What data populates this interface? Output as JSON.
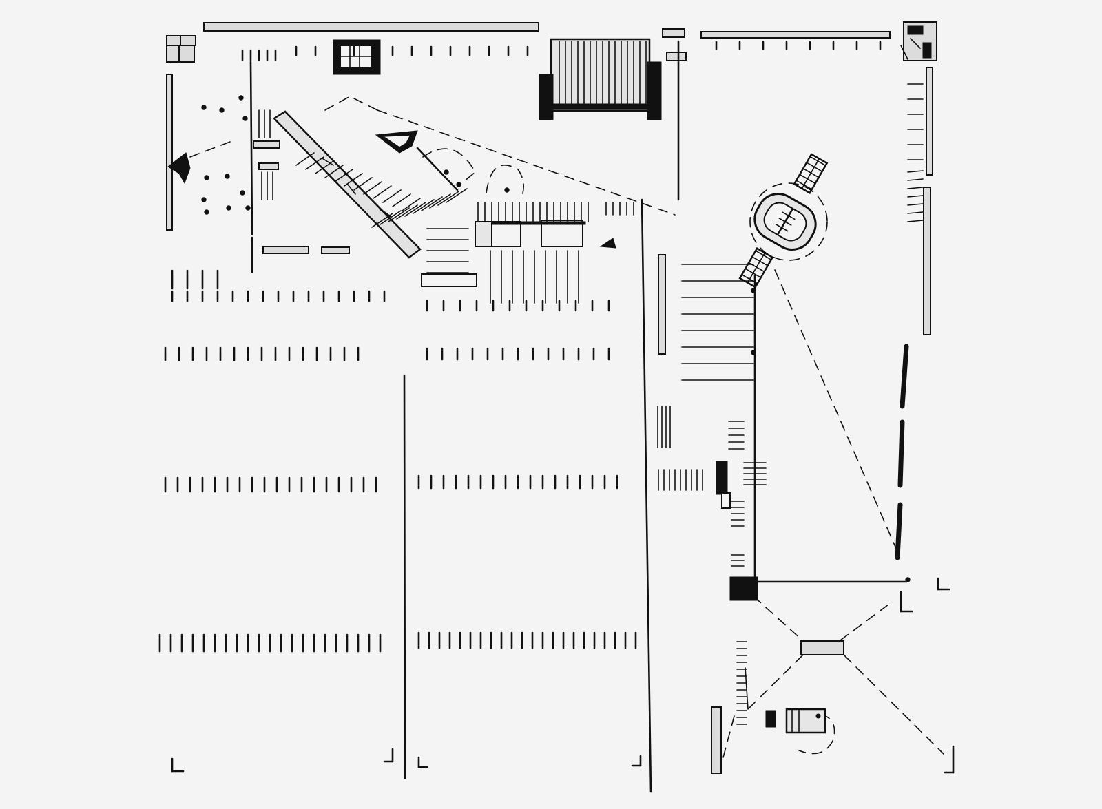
{
  "drawing": {
    "title": "",
    "text_labels": [],
    "ink_color": "#111111",
    "paper_color": "#f4f4f4",
    "fill_color": "#dcdcdc",
    "contents": [
      "perimeter-wall-bars",
      "loading-dock",
      "diagonal-ramp",
      "dashed-sightlines",
      "tick-row-grid",
      "vertical-divider-lines",
      "drone-vehicle",
      "small-machine",
      "corner-brackets",
      "stair-hatching"
    ]
  }
}
